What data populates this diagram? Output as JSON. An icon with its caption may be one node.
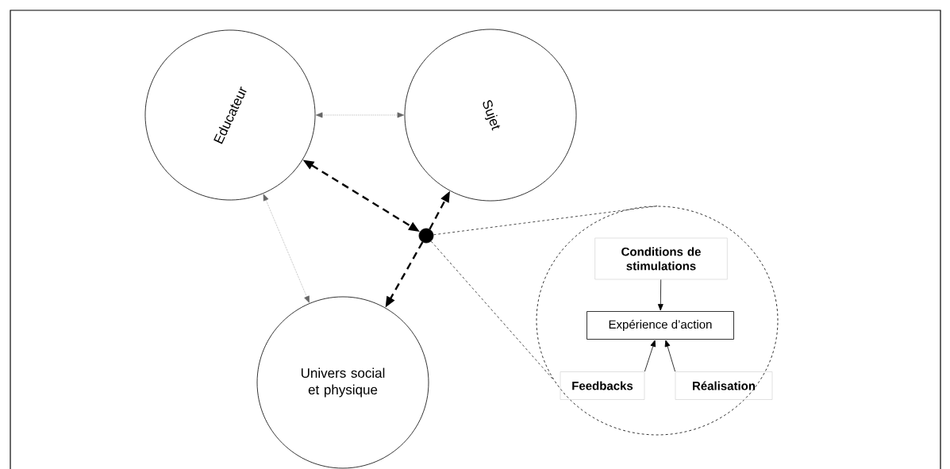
{
  "diagram": {
    "nodes": [
      {
        "text": [
          "Educateur"
        ]
      },
      {
        "text": [
          "Sujet"
        ]
      },
      {
        "text": [
          "Univers social et physique"
        ]
      },
      {
        "text": [],
        "shape": "circle"
      },
      {
        "text": [],
        "shape": "circle"
      },
      {
        "text": [
          "Conditions de stimulations"
        ],
        "in": 4
      },
      {
        "text": [
          "Expérience d’action"
        ],
        "in": 4
      },
      {
        "text": [
          "Feedbacks"
        ],
        "in": 4
      },
      {
        "text": [
          "Réalisation"
        ],
        "in": 4
      }
    ],
    "edges": [
      {
        "from": 0,
        "to": 1,
        "arrow": "both",
        "style": "dashed",
        "color": "#666666"
      },
      {
        "from": 0,
        "to": 2,
        "arrow": "both",
        "style": "dashed",
        "color": "#666666"
      },
      {
        "from": 0,
        "to": 3,
        "arrow": "both",
        "style": "dashed"
      },
      {
        "from": 3,
        "to": 1,
        "arrow": "to",
        "style": "dashed"
      },
      {
        "from": 3,
        "to": 2,
        "arrow": "to",
        "style": "dashed"
      },
      {
        "from": 3,
        "to": 4,
        "arrow": "none",
        "style": "dashed"
      },
      {
        "from": 3,
        "to": 4,
        "arrow": "none",
        "style": "dashed"
      },
      {
        "from": 5,
        "to": 6,
        "arrow": "to"
      },
      {
        "from": 7,
        "to": 6,
        "arrow": "to"
      },
      {
        "from": 8,
        "to": 6,
        "arrow": "to"
      }
    ]
  }
}
